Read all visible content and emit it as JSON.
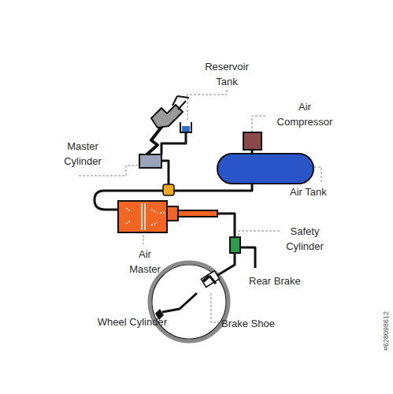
{
  "diagram": {
    "labels": [
      "Reservoir Tank",
      "Air Compressor",
      "Master Cylinder",
      "Air Tank",
      "Safety Cylinder",
      "Air Master",
      "Rear Brake",
      "Wheel Cylinder",
      "Brake Shoe",
      "#628098612"
    ]
  }
}
